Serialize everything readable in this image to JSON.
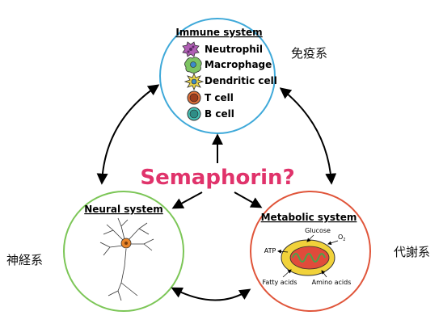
{
  "center_label": "Semaphorin?",
  "immune": {
    "title": "Immune system",
    "jp": "免疫系",
    "cells": [
      {
        "label": "Neutrophil",
        "icon": "neutrophil-icon",
        "color": "#b05fb5"
      },
      {
        "label": "Macrophage",
        "icon": "macrophage-icon",
        "color": "#7dc463"
      },
      {
        "label": "Dendritic cell",
        "icon": "dendritic-cell-icon",
        "color": "#e9d44a"
      },
      {
        "label": "T cell",
        "icon": "t-cell-icon",
        "color": "#e0703a"
      },
      {
        "label": "B cell",
        "icon": "b-cell-icon",
        "color": "#46c4b8"
      }
    ]
  },
  "neural": {
    "title": "Neural system",
    "jp": "神経系"
  },
  "metabolic": {
    "title": "Metabolic system",
    "jp": "代謝系",
    "labels": {
      "glucose": "Glucose",
      "o2": "O",
      "o2_sub": "2",
      "atp": "ATP",
      "fatty": "Fatty acids",
      "amino": "Amino acids"
    }
  },
  "colors": {
    "immune_border": "#3fa9d9",
    "neural_border": "#7cc657",
    "metabolic_border": "#e0553a",
    "center_text": "#e0336b",
    "neuron": "#e8852b",
    "mito_outer": "#f1d23a",
    "mito_inner": "#e04b3b",
    "mito_membrane": "#4aa54a"
  }
}
